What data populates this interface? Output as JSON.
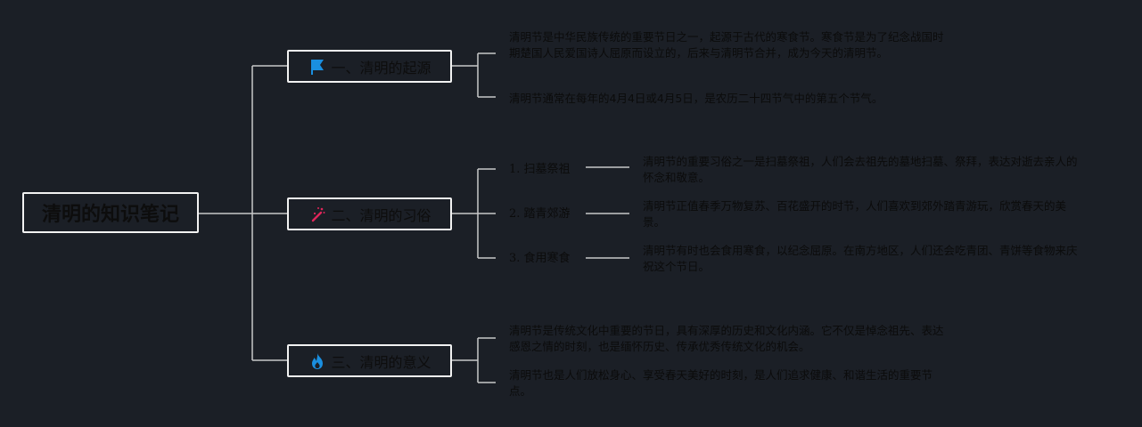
{
  "root": {
    "title": "清明的知识笔记"
  },
  "branches": [
    {
      "label": "一、清明的起源",
      "icon": "flag-icon",
      "notes": [
        "清明节是中华民族传统的重要节日之一，起源于古代的寒食节。寒食节是为了纪念战国时期楚国人民爱国诗人屈原而设立的，后来与清明节合并，成为今天的清明节。",
        "清明节通常在每年的4月4日或4月5日，是农历二十四节气中的第五个节气。"
      ]
    },
    {
      "label": "二、清明的习俗",
      "icon": "magic-wand-icon",
      "items": [
        {
          "label": "1. 扫墓祭祖",
          "note": "清明节的重要习俗之一是扫墓祭祖，人们会去祖先的墓地扫墓、祭拜，表达对逝去亲人的怀念和敬意。"
        },
        {
          "label": "2. 踏青郊游",
          "note": "清明节正值春季万物复苏、百花盛开的时节，人们喜欢到郊外踏青游玩，欣赏春天的美景。"
        },
        {
          "label": "3. 食用寒食",
          "note": "清明节有时也会食用寒食，以纪念屈原。在南方地区，人们还会吃青团、青饼等食物来庆祝这个节日。"
        }
      ]
    },
    {
      "label": "三、清明的意义",
      "icon": "flame-icon",
      "notes": [
        "清明节是传统文化中重要的节日，具有深厚的历史和文化内涵。它不仅是悼念祖先、表达感恩之情的时刻，也是缅怀历史、传承优秀传统文化的机会。",
        "清明节也是人们放松身心、享受春天美好的时刻，是人们追求健康、和谐生活的重要节点。"
      ]
    }
  ],
  "colors": {
    "background": "#1b1f26",
    "line": "#c8c8c8",
    "flag": "#1a8fe0",
    "wand": "#e0265a",
    "flame": "#1a8fe0"
  }
}
